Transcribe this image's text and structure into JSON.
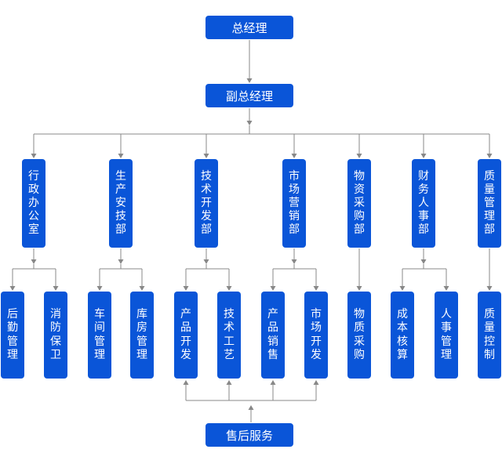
{
  "top": {
    "gm": "总经理",
    "deputy": "副总经理",
    "service": "售后服务"
  },
  "departments": [
    {
      "name": "行政办公室",
      "children": [
        "后勤管理",
        "消防保卫"
      ]
    },
    {
      "name": "生产安技部",
      "children": [
        "车间管理",
        "库房管理"
      ]
    },
    {
      "name": "技术开发部",
      "children": [
        "产品开发",
        "技术工艺"
      ]
    },
    {
      "name": "市场营销部",
      "children": [
        "产品销售",
        "市场开发"
      ]
    },
    {
      "name": "物资采购部",
      "children": [
        "物质采购"
      ]
    },
    {
      "name": "财务人事部",
      "children": [
        "成本核算",
        "人事管理"
      ]
    },
    {
      "name": "质量管理部",
      "children": [
        "质量控制"
      ]
    }
  ],
  "colors": {
    "node": "#0a55d8",
    "line": "#888888"
  }
}
